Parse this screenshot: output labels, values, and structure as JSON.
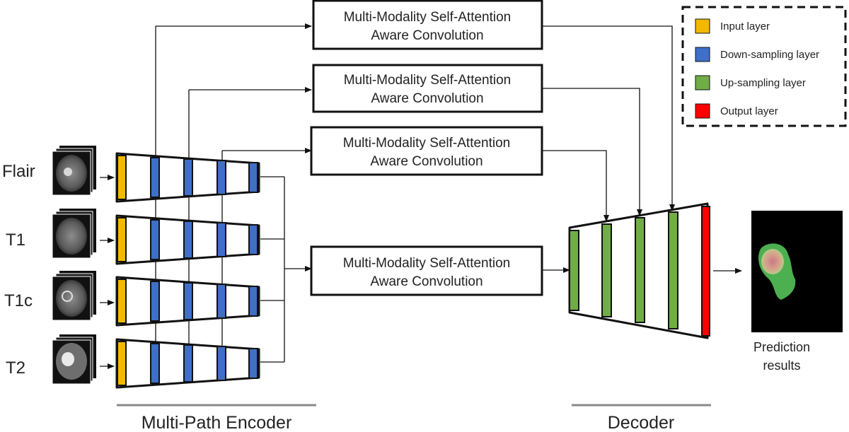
{
  "modalities": [
    "Flair",
    "T1",
    "T1c",
    "T2"
  ],
  "attention_blocks": [
    {
      "line1": "Multi-Modality Self-Attention",
      "line2": "Aware Convolution"
    },
    {
      "line1": "Multi-Modality Self-Attention",
      "line2": "Aware Convolution"
    },
    {
      "line1": "Multi-Modality Self-Attention",
      "line2": "Aware Convolution"
    },
    {
      "line1": "Multi-Modality Self-Attention",
      "line2": "Aware Convolution"
    }
  ],
  "legend": {
    "input": {
      "label": "Input layer",
      "color": "#f2b900"
    },
    "down": {
      "label": "Down-sampling layer",
      "color": "#3f6fc6"
    },
    "up": {
      "label": "Up-sampling layer",
      "color": "#70ad47"
    },
    "output": {
      "label": "Output layer",
      "color": "#ff0000"
    }
  },
  "sections": {
    "encoder": "Multi-Path Encoder",
    "decoder": "Decoder"
  },
  "prediction": {
    "line1": "Prediction",
    "line2": "results"
  }
}
